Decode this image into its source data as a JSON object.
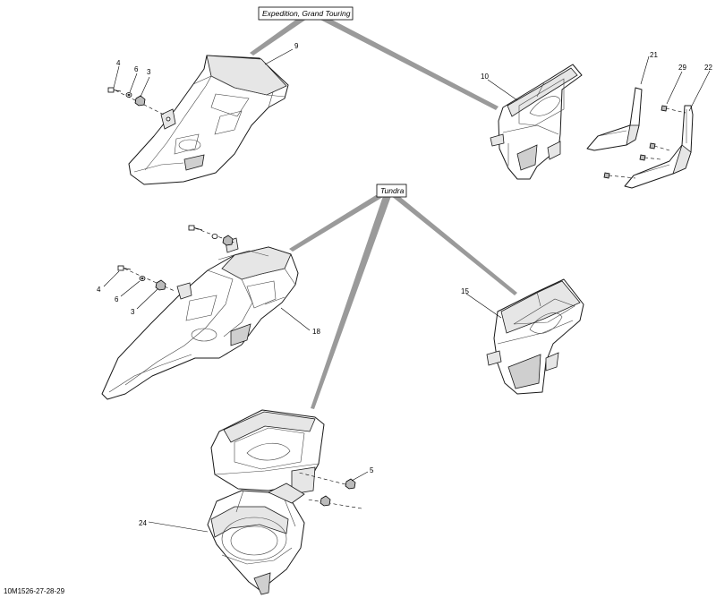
{
  "drawing_number": "10M1526-27-28-29",
  "groups": {
    "expedition": "Expedition, Grand Touring",
    "tundra": "Tundra"
  },
  "callouts": {
    "c4_top": "4",
    "c6_top": "6",
    "c3_top": "3",
    "c9": "9",
    "c10": "10",
    "c21": "21",
    "c29": "29",
    "c22": "22",
    "c4_mid": "4",
    "c6_mid": "6",
    "c3_mid": "3",
    "c18": "18",
    "c15": "15",
    "c5": "5",
    "c24": "24"
  }
}
